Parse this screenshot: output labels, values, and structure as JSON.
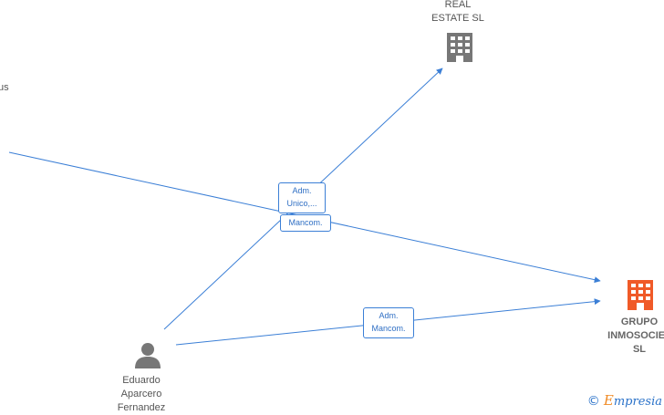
{
  "nodes": {
    "real_estate": {
      "label": "REAL\nESTATE  SL",
      "color": "#777777",
      "icon": "building-icon"
    },
    "cut_left": {
      "label": "us"
    },
    "grupo": {
      "label": "GRUPO\nINMOSOCIET\nSL",
      "color": "#f05a28",
      "icon": "building-icon"
    },
    "eduardo": {
      "label": "Eduardo\nAparcero\nFernandez",
      "color": "#777777",
      "icon": "person-icon"
    }
  },
  "edges": {
    "adm_unico": "Adm.\nUnico,...",
    "mancom_center": "Mancom.",
    "adm_mancom": "Adm.\nMancom."
  },
  "colors": {
    "edge": "#3b7fd6",
    "accent": "#f05a28"
  },
  "watermark": {
    "symbol": "©",
    "brand_initial": "E",
    "brand_rest": "mpresia"
  }
}
